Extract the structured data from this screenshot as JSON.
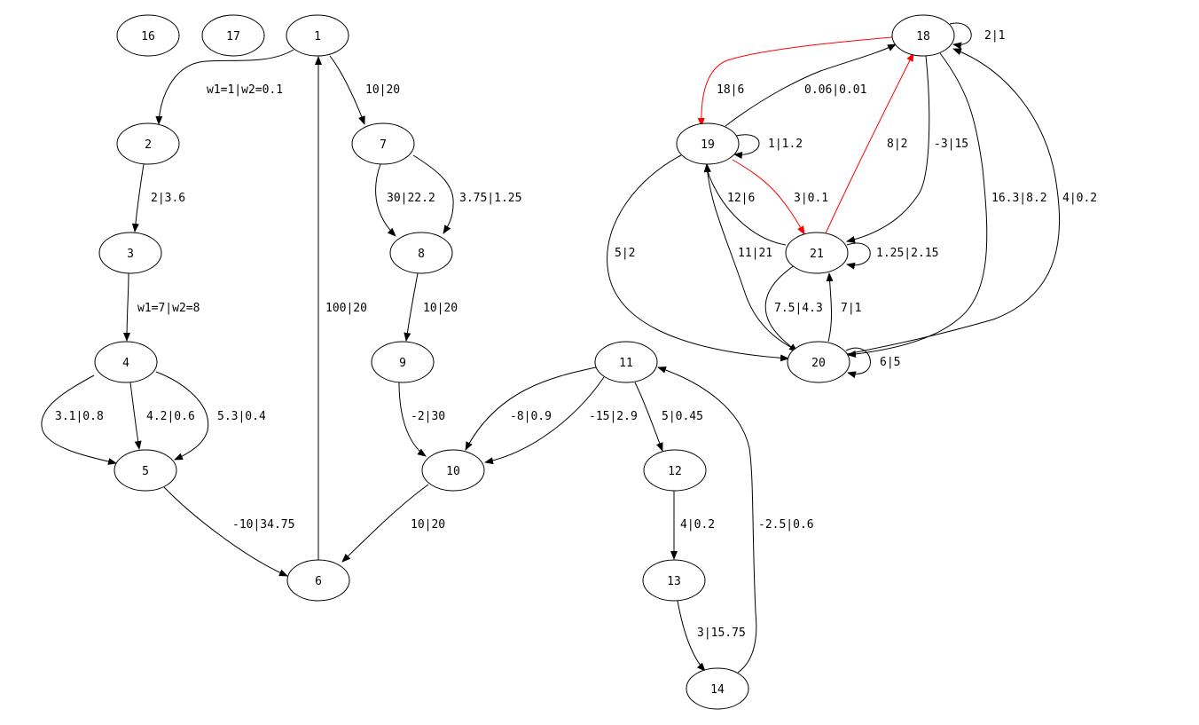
{
  "graph": {
    "nodes": [
      {
        "id": "1",
        "label": "1"
      },
      {
        "id": "2",
        "label": "2"
      },
      {
        "id": "3",
        "label": "3"
      },
      {
        "id": "4",
        "label": "4"
      },
      {
        "id": "5",
        "label": "5"
      },
      {
        "id": "6",
        "label": "6"
      },
      {
        "id": "7",
        "label": "7"
      },
      {
        "id": "8",
        "label": "8"
      },
      {
        "id": "9",
        "label": "9"
      },
      {
        "id": "10",
        "label": "10"
      },
      {
        "id": "11",
        "label": "11"
      },
      {
        "id": "12",
        "label": "12"
      },
      {
        "id": "13",
        "label": "13"
      },
      {
        "id": "14",
        "label": "14"
      },
      {
        "id": "16",
        "label": "16"
      },
      {
        "id": "17",
        "label": "17"
      },
      {
        "id": "18",
        "label": "18"
      },
      {
        "id": "19",
        "label": "19"
      },
      {
        "id": "20",
        "label": "20"
      },
      {
        "id": "21",
        "label": "21"
      }
    ],
    "edges": [
      {
        "from": "1",
        "to": "2",
        "label": "w1=1|w2=0.1"
      },
      {
        "from": "1",
        "to": "7",
        "label": "10|20"
      },
      {
        "from": "2",
        "to": "3",
        "label": "2|3.6"
      },
      {
        "from": "3",
        "to": "4",
        "label": "w1=7|w2=8"
      },
      {
        "from": "4",
        "to": "5",
        "label": "3.1|0.8"
      },
      {
        "from": "4",
        "to": "5",
        "label": "4.2|0.6"
      },
      {
        "from": "4",
        "to": "5",
        "label": "5.3|0.4"
      },
      {
        "from": "5",
        "to": "6",
        "label": "-10|34.75"
      },
      {
        "from": "6",
        "to": "1",
        "label": "100|20"
      },
      {
        "from": "7",
        "to": "8",
        "label": "30|22.2"
      },
      {
        "from": "7",
        "to": "8",
        "label": "3.75|1.25"
      },
      {
        "from": "8",
        "to": "9",
        "label": "10|20"
      },
      {
        "from": "9",
        "to": "10",
        "label": "-2|30"
      },
      {
        "from": "10",
        "to": "6",
        "label": "10|20"
      },
      {
        "from": "11",
        "to": "10",
        "label": "-8|0.9"
      },
      {
        "from": "11",
        "to": "10",
        "label": "-15|2.9"
      },
      {
        "from": "11",
        "to": "12",
        "label": "5|0.45"
      },
      {
        "from": "12",
        "to": "13",
        "label": "4|0.2"
      },
      {
        "from": "13",
        "to": "14",
        "label": "3|15.75"
      },
      {
        "from": "14",
        "to": "11",
        "label": "-2.5|0.6"
      },
      {
        "from": "18",
        "to": "18",
        "label": "2|1"
      },
      {
        "from": "18",
        "to": "19",
        "label": "18|6",
        "highlight": true
      },
      {
        "from": "19",
        "to": "18",
        "label": "0.06|0.01"
      },
      {
        "from": "19",
        "to": "19",
        "label": "1|1.2"
      },
      {
        "from": "19",
        "to": "21",
        "label": "3|0.1",
        "highlight": true
      },
      {
        "from": "21",
        "to": "18",
        "label": "8|2",
        "highlight": true
      },
      {
        "from": "18",
        "to": "21",
        "label": "-3|15"
      },
      {
        "from": "21",
        "to": "19",
        "label": "12|6"
      },
      {
        "from": "21",
        "to": "21",
        "label": "1.25|2.15"
      },
      {
        "from": "19",
        "to": "20",
        "label": "5|2"
      },
      {
        "from": "20",
        "to": "19",
        "label": "11|21"
      },
      {
        "from": "21",
        "to": "20",
        "label": "7.5|4.3"
      },
      {
        "from": "20",
        "to": "21",
        "label": "7|1"
      },
      {
        "from": "18",
        "to": "20",
        "label": "16.3|8.2"
      },
      {
        "from": "20",
        "to": "18",
        "label": "4|0.2"
      },
      {
        "from": "20",
        "to": "20",
        "label": "6|5"
      }
    ],
    "colors": {
      "default": "#000000",
      "highlight": "#ff0000"
    }
  }
}
